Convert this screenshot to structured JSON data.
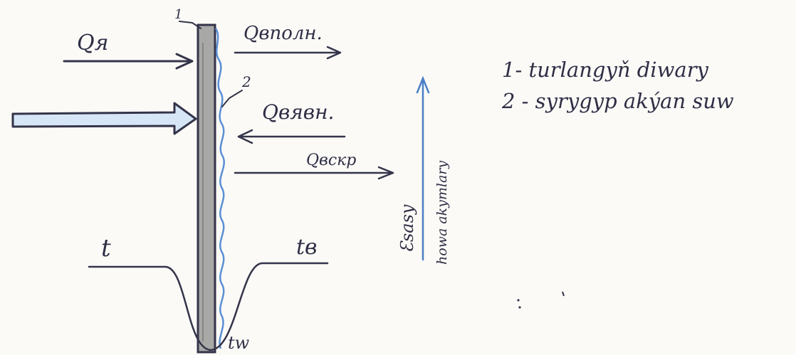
{
  "labels": {
    "q_ya": "Qя",
    "q_vpoln": "Qвполн.",
    "q_vyavn": "Qвявн.",
    "q_vskr": "Qвскр",
    "t_left": "t",
    "t_right": "tв",
    "t_wall": "tw",
    "marker_1": "1",
    "marker_2": "2",
    "airflow_epsilon": "Ɛsasy",
    "airflow_text": "howa akymlary"
  },
  "legend": [
    "1- turlangyň diwary",
    "2 - syrygyp akýan suw"
  ],
  "colors": {
    "ink": "#34344a",
    "water_blue": "#5b8fd4",
    "big_arrow_fill": "#d6e6f6",
    "wall_fill": "#a8a8a6"
  }
}
